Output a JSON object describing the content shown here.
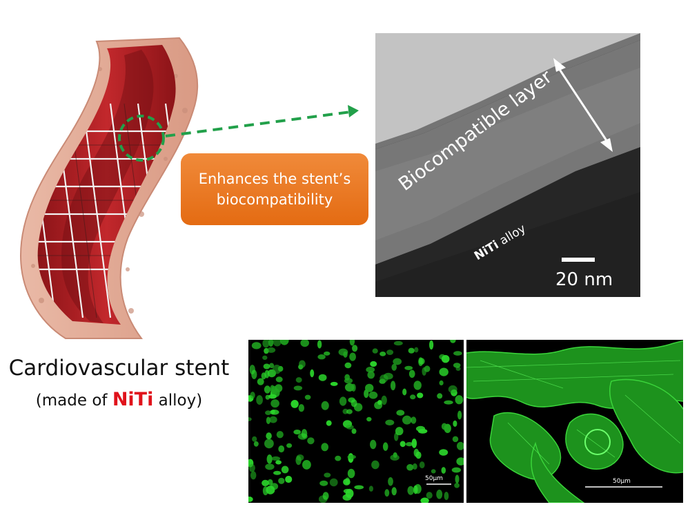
{
  "callout": {
    "line1": "Enhances the stent’s",
    "line2": "biocompatibility"
  },
  "tem": {
    "layer_label": "Biocompatible layer",
    "alloy_bold": "NiTi",
    "alloy_rest": " alloy",
    "scale_label": "20 nm"
  },
  "caption": {
    "title": "Cardiovascular stent",
    "sub_prefix": "(made of ",
    "sub_highlight": "NiTi",
    "sub_suffix": " alloy)"
  },
  "micrographs": {
    "left_scale": "50μm",
    "right_scale": "50μm"
  },
  "colors": {
    "vessel": "#b3262b",
    "callout": "#e8761f",
    "dashed_arrow": "#22a04a",
    "cells": "#2bd52b",
    "niti_highlight": "#e0121b"
  }
}
